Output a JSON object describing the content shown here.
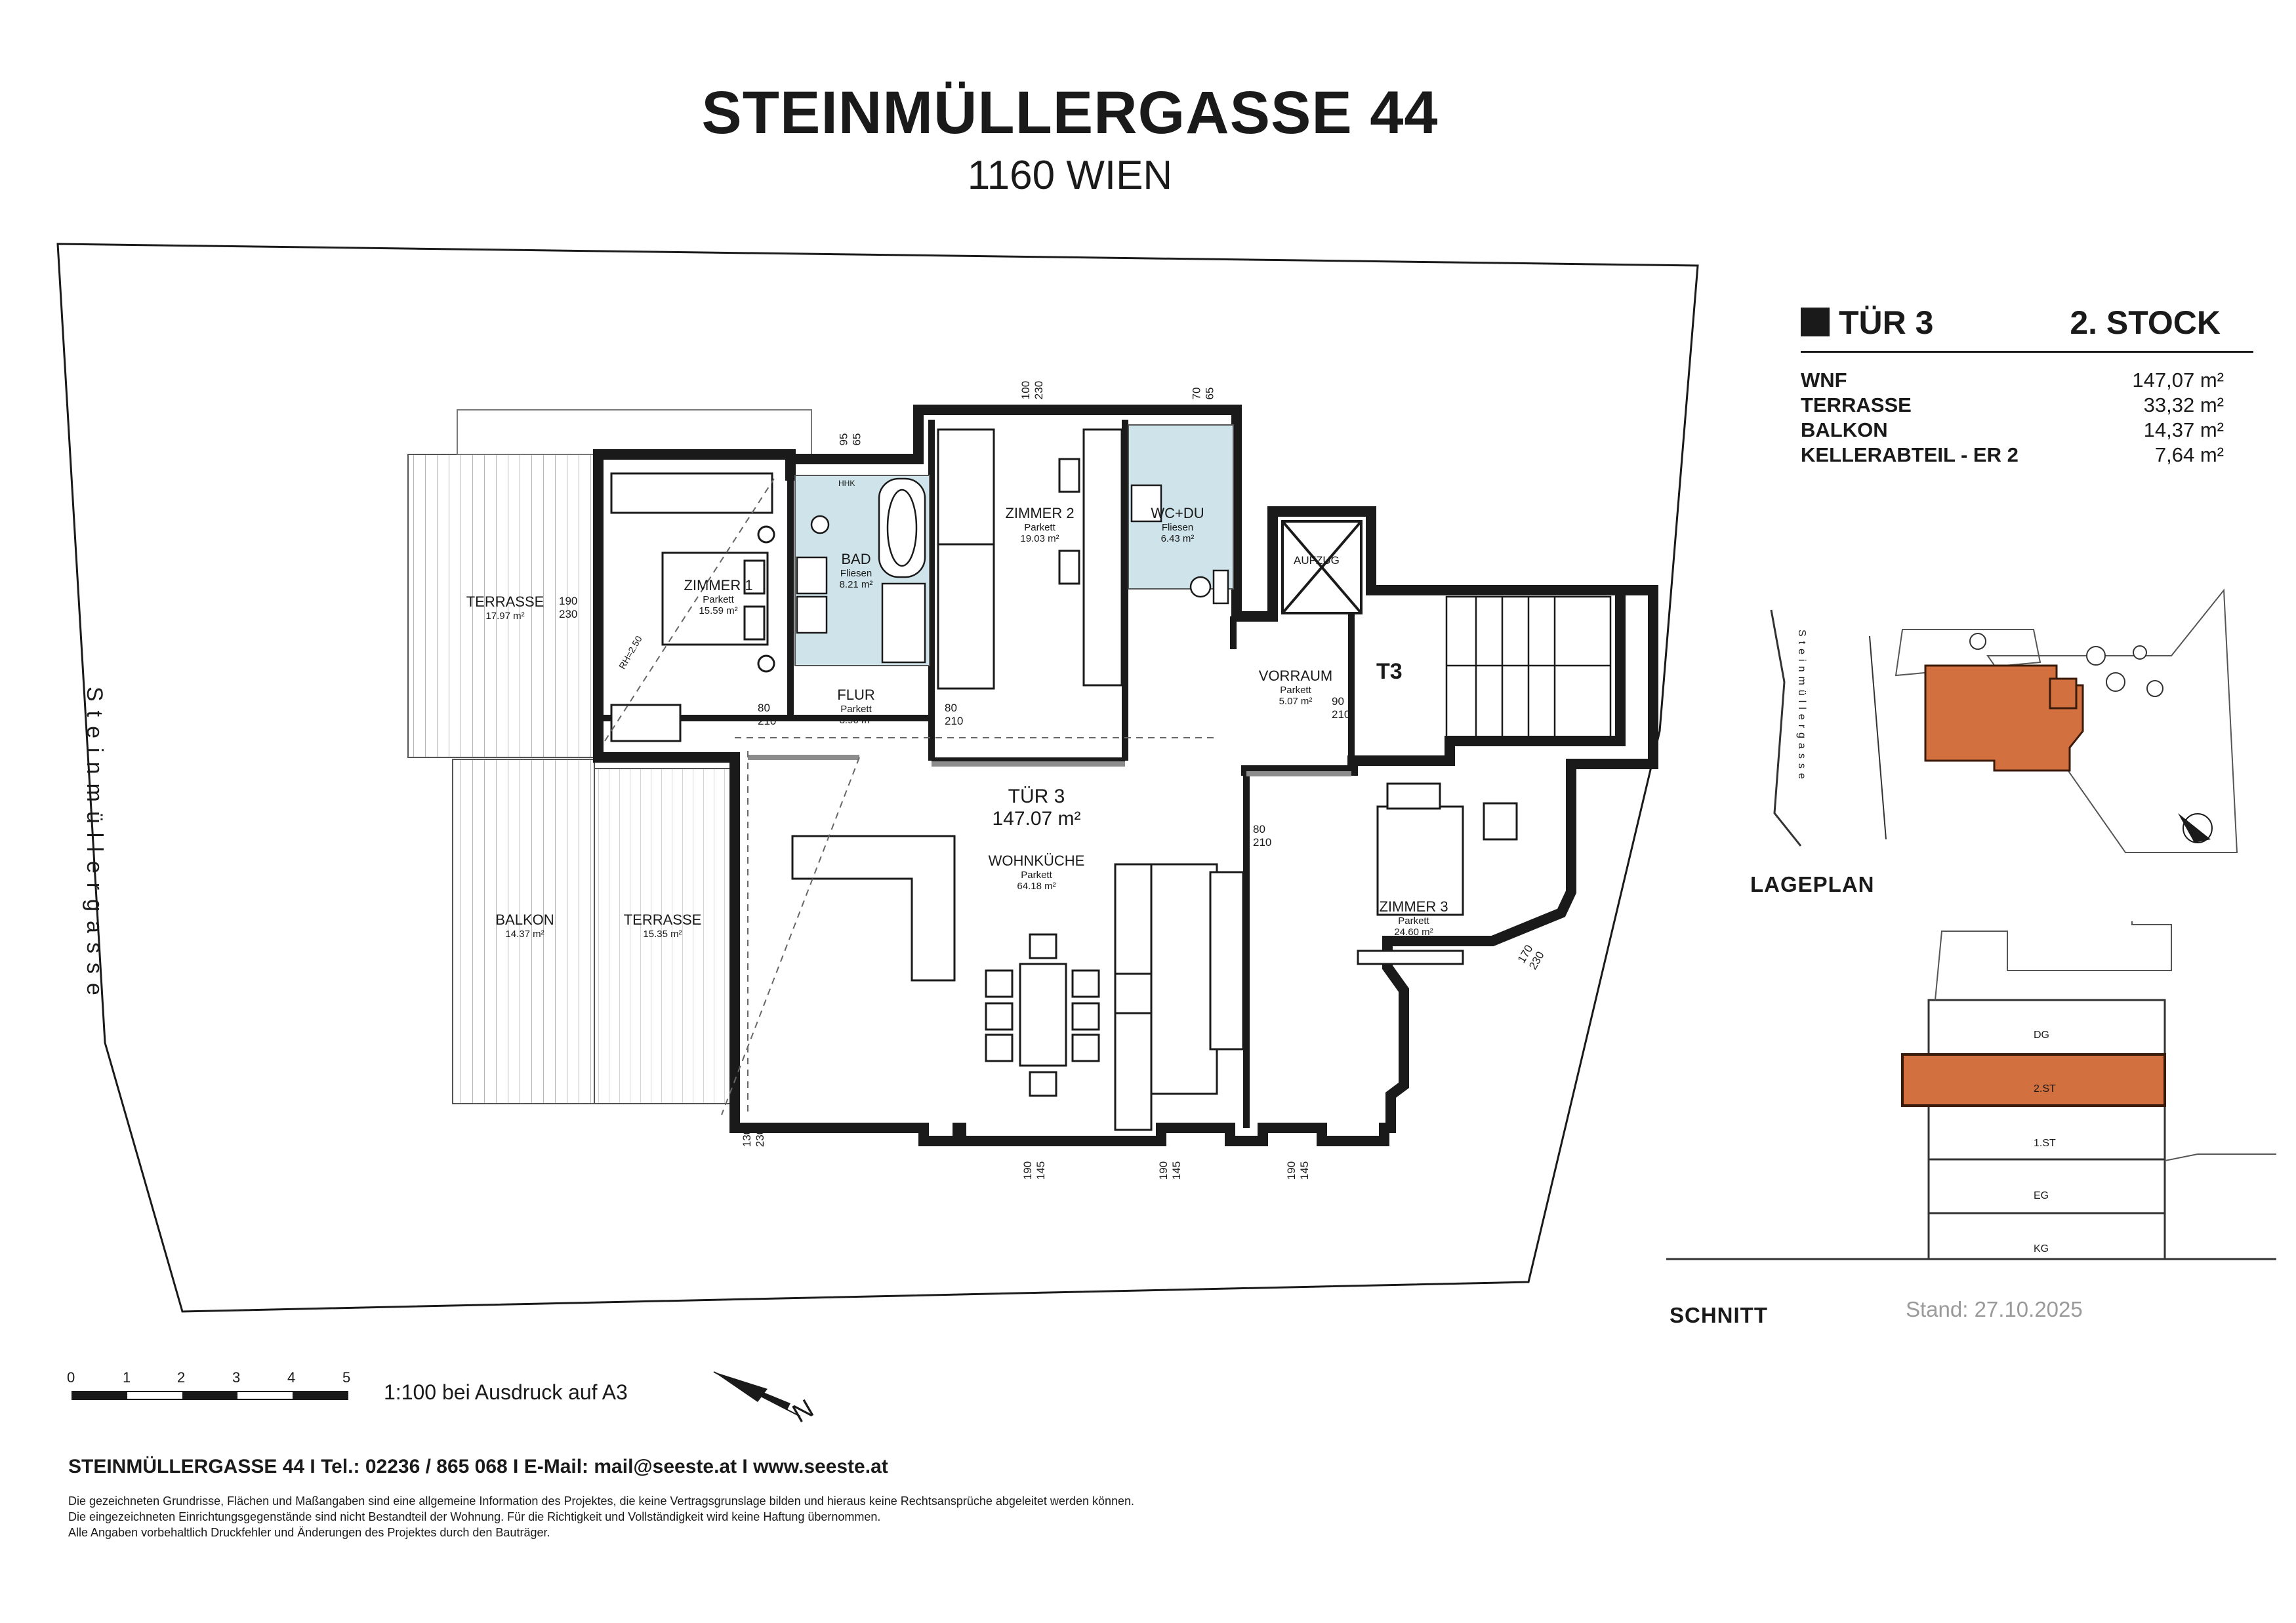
{
  "header": {
    "title": "STEINMÜLLERGASSE 44",
    "subtitle": "1160 WIEN"
  },
  "street": {
    "vertical_label": "Steinmüllergasse"
  },
  "plan": {
    "unit_label": "TÜR 3",
    "unit_area": "147.07 m²",
    "stair_label": "T3",
    "rooms": [
      {
        "name": "TERRASSE",
        "material": "",
        "area": "17.97 m²"
      },
      {
        "name": "ZIMMER 1",
        "material": "Parkett",
        "area": "15.59 m²"
      },
      {
        "name": "BAD",
        "material": "Fliesen",
        "area": "8.21 m²"
      },
      {
        "name": "ZIMMER 2",
        "material": "Parkett",
        "area": "19.03 m²"
      },
      {
        "name": "WC+DU",
        "material": "Fliesen",
        "area": "6.43 m²"
      },
      {
        "name": "FLUR",
        "material": "Parkett",
        "area": "3.96 m²"
      },
      {
        "name": "VORRAUM",
        "material": "Parkett",
        "area": "5.07 m²"
      },
      {
        "name": "WOHNKÜCHE",
        "material": "Parkett",
        "area": "64.18 m²"
      },
      {
        "name": "ZIMMER 3",
        "material": "Parkett",
        "area": "24.60 m²"
      },
      {
        "name": "BALKON",
        "material": "",
        "area": "14.37 m²"
      },
      {
        "name": "TERRASSE",
        "material": "",
        "area": "15.35 m²"
      }
    ],
    "aufzug": "AUFZUG",
    "hhk": "HHK",
    "rh_label": "RH=2.50",
    "dims": {
      "d_100_230": [
        "100",
        "230"
      ],
      "d_70_65": [
        "70",
        "65"
      ],
      "d_95_65": [
        "95",
        "65"
      ],
      "d_190_230": [
        "190",
        "230"
      ],
      "d_80_210": [
        "80",
        "210"
      ],
      "d_90_210": [
        "90",
        "210"
      ],
      "d_170_230": [
        "170",
        "230"
      ],
      "d_130_230": [
        "130",
        "230"
      ],
      "d_190_145": [
        "190",
        "145"
      ]
    }
  },
  "unit_info": {
    "door": "TÜR 3",
    "floor": "2. STOCK",
    "areas": [
      {
        "label": "WNF",
        "value": "147,07 m²"
      },
      {
        "label": "TERRASSE",
        "value": "33,32 m²"
      },
      {
        "label": "BALKON",
        "value": "14,37 m²"
      },
      {
        "label": "KELLERABTEIL - ER 2",
        "value": "7,64 m²"
      }
    ]
  },
  "lageplan": {
    "title": "LAGEPLAN",
    "street": "Steinmüllergasse"
  },
  "schnitt": {
    "title": "SCHNITT",
    "floors": [
      "DG",
      "2.ST",
      "1.ST",
      "EG",
      "KG"
    ]
  },
  "stand": "Stand: 27.10.2025",
  "scale": {
    "ticks": [
      "0",
      "1",
      "2",
      "3",
      "4",
      "5"
    ],
    "text": "1:100 bei Ausdruck auf A3"
  },
  "north_label": "N",
  "footer": {
    "contact": "STEINMÜLLERGASSE 44 I Tel.: 02236 / 865 068 I E-Mail: mail@seeste.at I www.seeste.at",
    "disclaimer": [
      "Die gezeichneten Grundrisse, Flächen und Maßangaben sind eine allgemeine Information des Projektes, die keine Vertragsgrunslage bilden und hieraus keine Rechtsansprüche abgeleitet werden können.",
      "Die eingezeichneten Einrichtungsgegenstände sind nicht Bestandteil der Wohnung. Für die Richtigkeit und Vollständigkeit wird keine Haftung übernommen.",
      "Alle Angaben vorbehaltlich Druckfehler und Änderungen des Projektes durch den Bauträger."
    ]
  },
  "colors": {
    "highlight": "#d2703f",
    "bath_tile": "#cfe4ea",
    "wall": "#1a1a1a",
    "wall_gray": "#8c8c8c"
  }
}
